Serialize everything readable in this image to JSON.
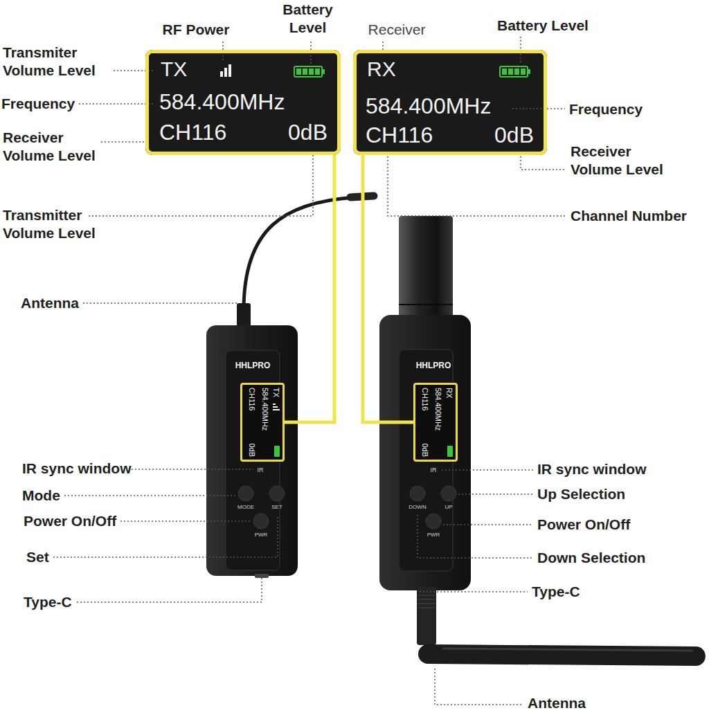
{
  "diagram": {
    "nodes": [
      {
        "text": [
          "TX",
          "584.400MHz",
          "CH116",
          "0dB"
        ]
      },
      {
        "text": [
          "RX",
          "584.400MHz",
          "CH116",
          "0dB"
        ]
      },
      {
        "text": [
          "HHLPRO",
          "IR",
          "MODE",
          "SET",
          "PWR"
        ]
      },
      {
        "text": [
          "TX",
          "584.400MHz",
          "CH116",
          "0dB"
        ],
        "in": 2
      },
      {
        "text": [
          "HHLPRO",
          "IR",
          "DOWN",
          "UP",
          "PWR"
        ]
      },
      {
        "text": [
          "RX",
          "584.400MHz",
          "CH116",
          "0dB"
        ],
        "in": 4
      }
    ],
    "edges": [
      {
        "from": 3,
        "to": 0,
        "arrow": "none"
      },
      {
        "from": 5,
        "to": 1,
        "arrow": "none"
      }
    ],
    "labels": [
      "RF Power",
      "Battery Level",
      "Transmiter Volume Level",
      "Frequency",
      "Receiver Volume Level",
      "Transmitter Volume Level",
      "Antenna",
      "IR sync window",
      "Mode",
      "Power On/Off",
      "Set",
      "Type-C",
      "Receiver",
      "Battery Level",
      "Frequency",
      "Receiver Volume Level",
      "Channel Number",
      "IR sync window",
      "Up Selection",
      "Power On/Off",
      "Down Selection",
      "Type-C",
      "Antenna"
    ]
  }
}
